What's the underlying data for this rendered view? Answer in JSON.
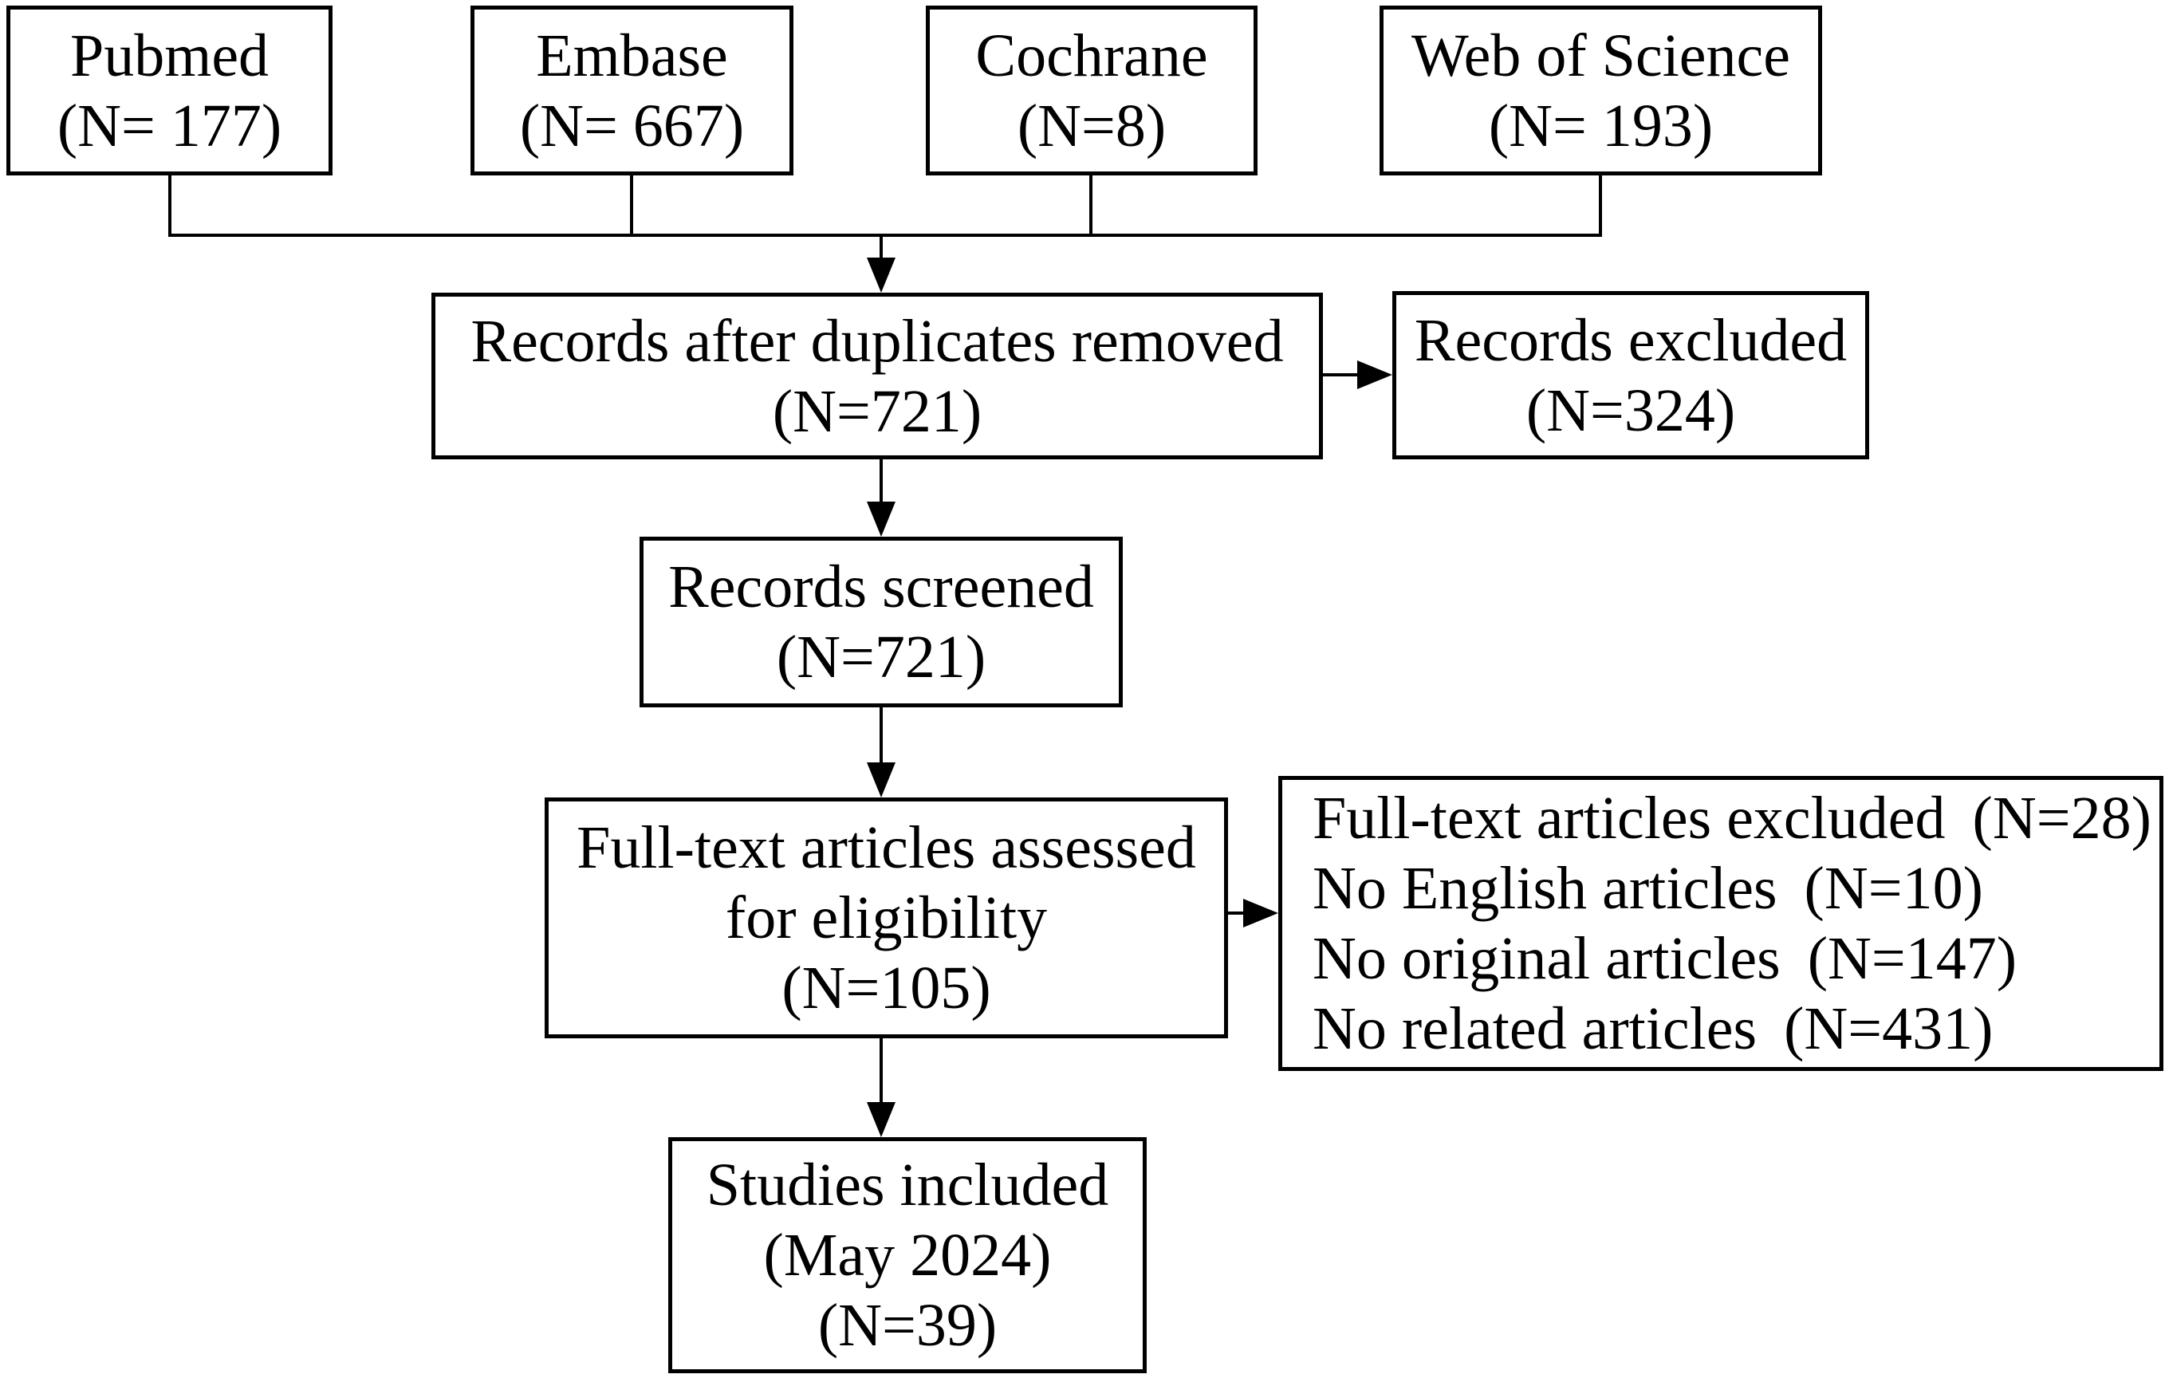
{
  "flow": {
    "sources": [
      {
        "name": "Pubmed",
        "count": "(N= 177)"
      },
      {
        "name": "Embase",
        "count": "(N= 667)"
      },
      {
        "name": "Cochrane",
        "count": "(N=8)"
      },
      {
        "name": "Web of Science",
        "count": "(N= 193)"
      }
    ],
    "dedup": {
      "label": "Records after duplicates removed",
      "count": "(N=721)"
    },
    "records_excluded": {
      "label": "Records excluded",
      "count": "(N=324)"
    },
    "screened": {
      "label": "Records screened",
      "count": "(N=721)"
    },
    "fulltext": {
      "label_line1": "Full-text articles assessed",
      "label_line2": "for eligibility",
      "count": "(N=105)"
    },
    "fulltext_excluded": {
      "items": [
        {
          "label": "Full-text articles excluded",
          "count": "(N=28)"
        },
        {
          "label": "No English articles",
          "count": "(N=10)"
        },
        {
          "label": "No original articles",
          "count": "(N=147)"
        },
        {
          "label": "No related articles",
          "count": "(N=431)"
        }
      ]
    },
    "included": {
      "label": "Studies included",
      "date": "(May 2024)",
      "count": "(N=39)"
    }
  },
  "colors": {
    "line": "#000000",
    "background": "#ffffff"
  }
}
